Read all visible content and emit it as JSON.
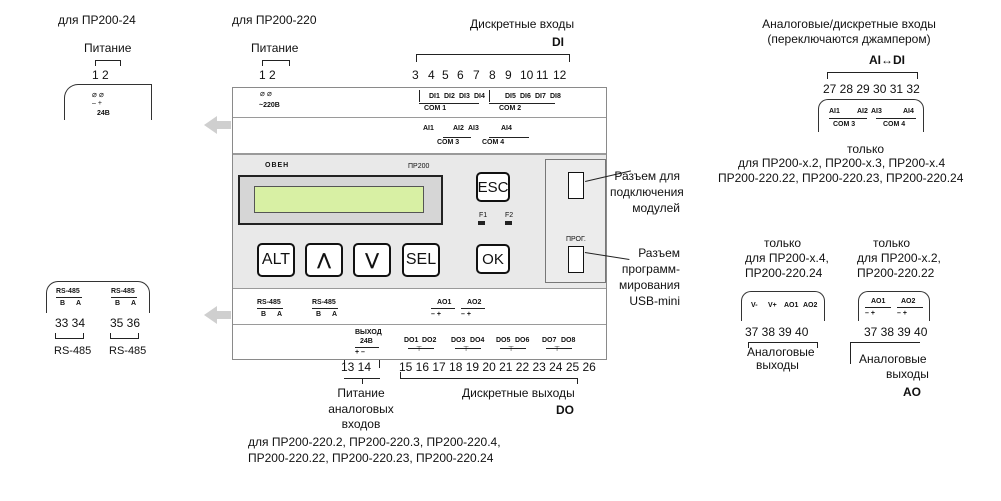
{
  "top": {
    "pr200_24": "для ПР200-24",
    "pr200_220": "для ПР200-220",
    "power": "Питание",
    "terminals_12": "1  2",
    "v24": "24В",
    "v220": "~220В",
    "di_title": "Дискретные входы",
    "di_code": "DI",
    "di_terms": [
      "3",
      "4",
      "5",
      "6",
      "7",
      "8",
      "9",
      "10",
      "11",
      "12"
    ],
    "di_row1": [
      "DI1",
      "DI2",
      "DI3",
      "DI4",
      "DI5",
      "DI6",
      "DI7",
      "DI8"
    ],
    "com1": "COM 1",
    "com2": "COM 2",
    "ai_row": [
      "AI1",
      "AI2",
      "AI3",
      "AI4"
    ],
    "com3": "COM 3",
    "com4": "COM 4"
  },
  "device": {
    "brand": "ОВЕН",
    "model": "ПР200",
    "f1": "F1",
    "f2": "F2",
    "prog": "ПРОГ.",
    "buttons": {
      "esc": "ESC",
      "alt": "ALT",
      "up": "⋀",
      "down": "⋁",
      "sel": "SEL",
      "ok": "OK"
    }
  },
  "right_labels": {
    "modules": [
      "Разъем для",
      "подключения",
      "модулей"
    ],
    "usb": [
      "Разъем",
      "программ-",
      "мирования",
      "USB-mini"
    ]
  },
  "bottom": {
    "rs485": "RS-485",
    "b": "B",
    "a": "A",
    "out24_1": "ВЫХОД",
    "out24_2": "24В",
    "ao1": "AO1",
    "ao2": "AO2",
    "do_row": [
      "DO1",
      "DO2",
      "DO3",
      "DO4",
      "DO5",
      "DO6",
      "DO7",
      "DO8"
    ],
    "terms_1314": "13 14",
    "do_terms": "15 16 17 18 19 20 21 22 23 24 25 26",
    "power_ai": [
      "Питание",
      "аналоговых",
      "входов"
    ],
    "for_models_1": "для ПР200-220.2, ПР200-220.3, ПР200-220.4,",
    "for_models_2": "ПР200-220.22, ПР200-220.23, ПР200-220.24",
    "do_title": "Дискретные выходы",
    "do_code": "DO"
  },
  "left": {
    "rs485": "RS-485",
    "terms_a": "33  34",
    "terms_b": "35  36"
  },
  "ai_di": {
    "title1": "Аналоговые/дискретные входы",
    "title2": "(переключаются джампером)",
    "code": "AI↔DI",
    "terms": "27 28 29 30 31 32",
    "row": [
      "AI1",
      "AI2",
      "AI3",
      "AI4"
    ],
    "com3": "COM 3",
    "com4": "COM 4",
    "only": "только",
    "models1": "для ПР200-х.2, ПР200-х.3, ПР200-х.4",
    "models2": "ПР200-220.22, ПР200-220.23, ПР200-220.24"
  },
  "ao": {
    "only": "только",
    "left_models1": "для ПР200-х.4,",
    "left_models2": "ПР200-220.24",
    "right_models1": "для ПР200-х.2,",
    "right_models2": "ПР200-220.22",
    "left_row": [
      "V-",
      "V+",
      "AO1",
      "AO2"
    ],
    "terms": "37 38 39 40",
    "an_out1": "Аналоговые",
    "an_out2": "выходы",
    "code": "AO"
  }
}
